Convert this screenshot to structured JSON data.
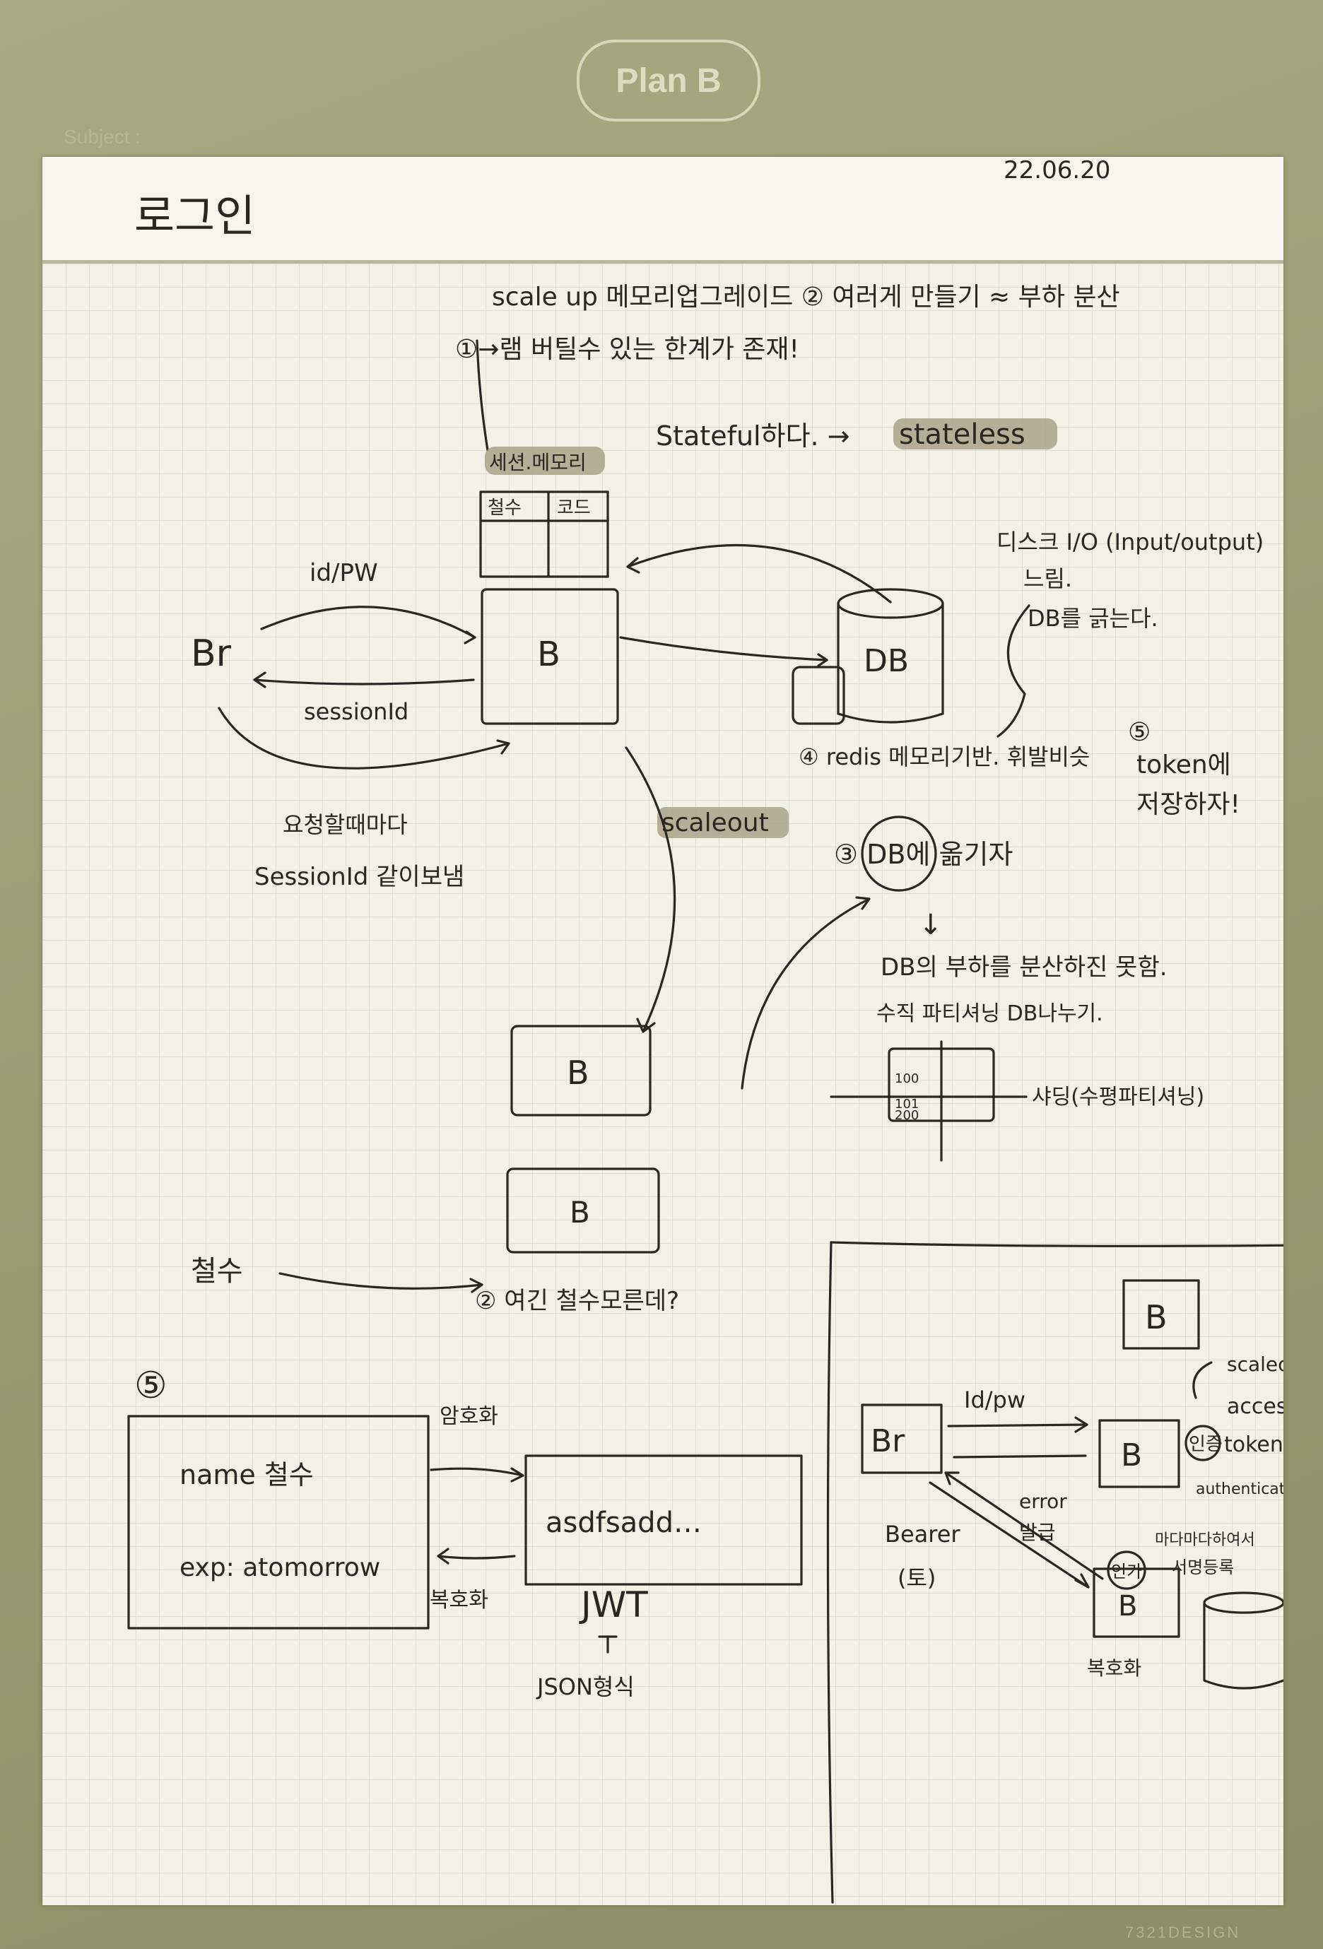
{
  "brand": {
    "logo": "Plan B",
    "subject": "Subject :",
    "footer": "7321DESIGN"
  },
  "header": {
    "title": "로그인",
    "date": "22.06.20"
  },
  "notes": {
    "scale_up": "scale up 메모리업그레이드 ② 여러게 만들기 ≈ 부하 분산",
    "limit": "①→램 버틸수 있는 한계가 존재!",
    "stateful": "Stateful하다. →",
    "stateless": "stateless",
    "session_memory": "세션.메모리",
    "table": [
      "철수",
      "코드"
    ],
    "id_pw": "id/PW",
    "browser": "Br",
    "server": "B",
    "db": "DB",
    "session_id": "sessionId",
    "per_request": "요청할때마다",
    "send_session": "SessionId 같이보냄",
    "disk_io": "디스크 I/O (Input/output)",
    "slow": "느림.",
    "scan_db": "DB를 긁는다.",
    "redis": "④ redis 메모리기반. 휘발비슷",
    "token_num": "⑤",
    "token_save1": "token에",
    "token_save2": "저장하자!",
    "scaleout": "scaleout",
    "move_db": "③ DB에 옮기자",
    "arrow_down": "↓",
    "db_load": "DB의 부하를 분산하진 못함.",
    "vertical": "수직 파티셔닝  DB나누기.",
    "horizontal": "샤딩(수평파티셔닝)",
    "cells": [
      "100",
      "101",
      "200"
    ],
    "cheolsu": "철수",
    "not_known": "② 여긴 철수모른데?",
    "section5": "⑤",
    "name_field": "name 철수",
    "exp_field": "exp: atomorrow",
    "encrypt": "암호화",
    "encoded": "asdfsadd…",
    "decrypt": "복호화",
    "jwt": "JWT",
    "json_format": "JSON형식",
    "id_pw2": "Id/pw",
    "scaleout2": "scaleout",
    "access": "access",
    "token": "token",
    "auth": "인증",
    "authentication": "authentication",
    "error": "error",
    "issue": "발급",
    "bearer": "Bearer",
    "token_kr": "(토)",
    "auth2": "인가",
    "each_issue": "마다마다하여서",
    "sign": "서명등록",
    "decrypt2": "복호화"
  }
}
